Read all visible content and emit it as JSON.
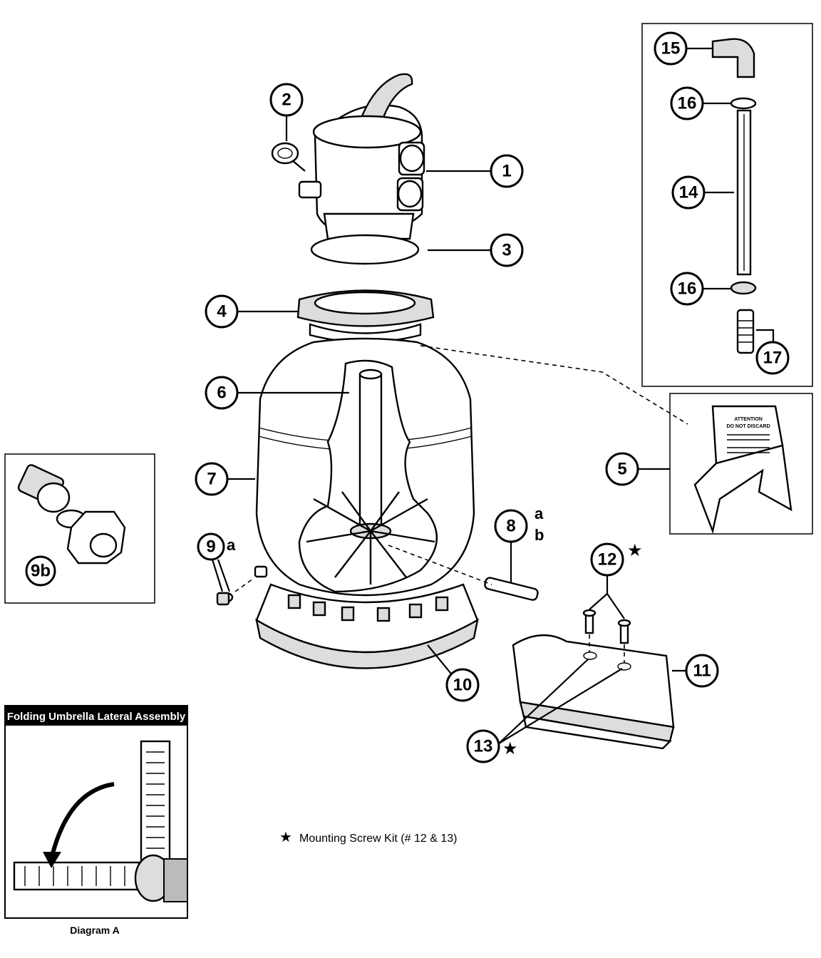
{
  "callouts": {
    "c1": "1",
    "c2": "2",
    "c3": "3",
    "c4": "4",
    "c5": "5",
    "c6": "6",
    "c7": "7",
    "c8": "8",
    "c9": "9",
    "c9b": "9b",
    "c10": "10",
    "c11": "11",
    "c12": "12",
    "c13": "13",
    "c14": "14",
    "c15": "15",
    "c16a": "16",
    "c16b": "16",
    "c17": "17"
  },
  "suffixes": {
    "s8a": "a",
    "s8b": "b",
    "s9a": "a"
  },
  "star_glyph": "★",
  "legend": {
    "star": "★",
    "text": "Mounting Screw Kit (# 12 & 13)"
  },
  "warning_sign": {
    "line1": "ATTENTION",
    "line2": "DO NOT DISCARD"
  },
  "inset": {
    "title": "Folding Umbrella Lateral Assembly",
    "caption": "Diagram A"
  }
}
